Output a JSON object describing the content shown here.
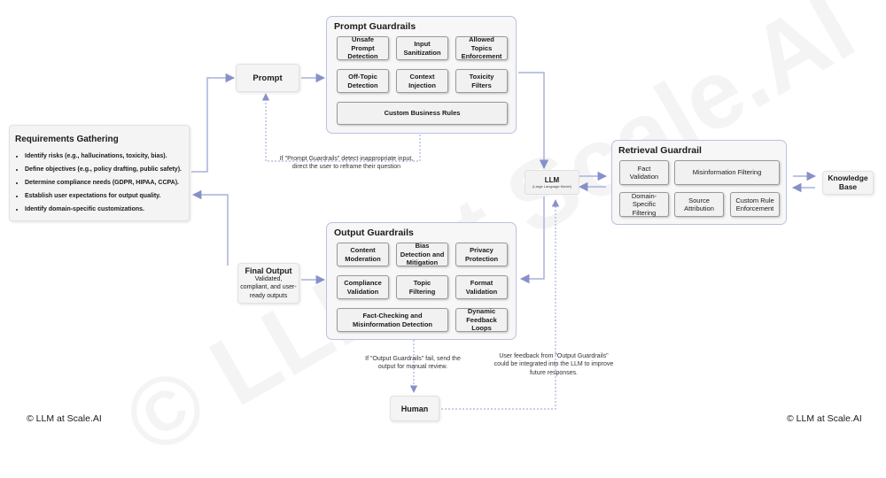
{
  "watermark": "© LLM at Scale.AI",
  "copyright_left": "© LLM at Scale.AI",
  "copyright_right": "© LLM at Scale.AI",
  "requirements": {
    "title": "Requirements Gathering",
    "items": [
      "Identify risks (e.g., hallucinations, toxicity, bias).",
      "Define objectives (e.g., policy drafting, public safety).",
      "Determine compliance needs (GDPR, HIPAA, CCPA).",
      "Establish user expectations for output quality.",
      "Identify domain-specific customizations."
    ]
  },
  "prompt": {
    "label": "Prompt"
  },
  "prompt_guardrails": {
    "title": "Prompt Guardrails",
    "items": [
      "Unsafe Prompt Detection",
      "Input Sanitization",
      "Allowed Topics Enforcement",
      "Off-Topic Detection",
      "Context Injection",
      "Toxicity Filters",
      "Custom Business Rules"
    ]
  },
  "prompt_note": "If \"Prompt Guardrails\" detect inappropriate input, direct the user to reframe their question",
  "llm": {
    "label": "LLM",
    "sublabel": "(Large Language Model)"
  },
  "retrieval_guardrail": {
    "title": "Retrieval Guardrail",
    "items": [
      "Fact Validation",
      "Misinformation Filtering",
      "Domain-Specific Filtering",
      "Source Attribution",
      "Custom Rule Enforcement"
    ]
  },
  "knowledge_base": {
    "label": "Knowledge Base"
  },
  "output_guardrails": {
    "title": "Output Guardrails",
    "items": [
      "Content Moderation",
      "Bias Detection and Mitigation",
      "Privacy Protection",
      "Compliance Validation",
      "Topic Filtering",
      "Format Validation",
      "Fact-Checking and Misinformation Detection",
      "Dynamic Feedback Loops"
    ]
  },
  "final_output": {
    "label": "Final Output",
    "desc": "Validated, compliant, and user-ready outputs"
  },
  "output_note": "If \"Output Guardrails\" fail, send the output for manual review.",
  "feedback_note": "User feedback from \"Output Guardrails\" could be integrated into the LLM to improve future responses.",
  "human": {
    "label": "Human"
  }
}
